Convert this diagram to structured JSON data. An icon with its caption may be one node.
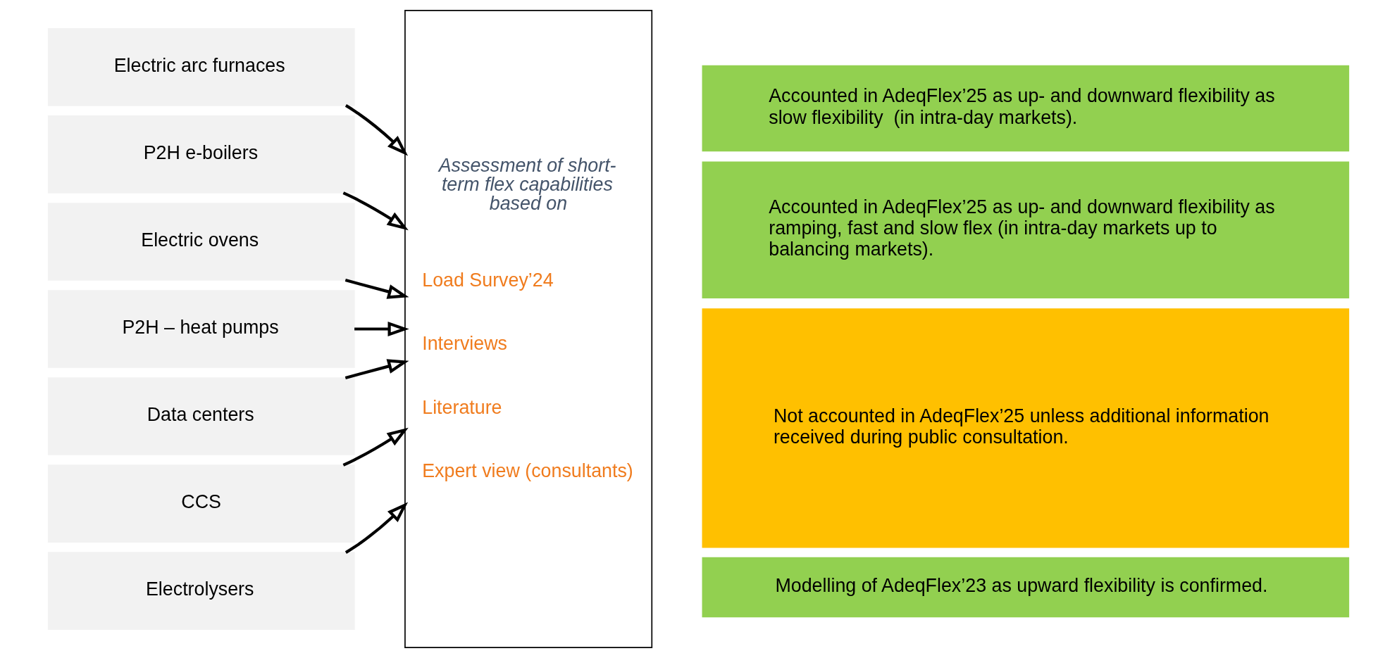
{
  "diagram": {
    "nodes": [
      {
        "text": [
          "Electric arc furnaces"
        ]
      },
      {
        "text": [
          "P2H e-boilers"
        ]
      },
      {
        "text": [
          "Electric ovens"
        ]
      },
      {
        "text": [
          "P2H – heat pumps"
        ]
      },
      {
        "text": [
          "Data centers"
        ]
      },
      {
        "text": [
          "CCS"
        ]
      },
      {
        "text": [
          "Electrolysers"
        ]
      },
      {
        "text": [
          "Assessment of short-term flex capabilities based on",
          "Load Survey’24",
          "Interviews",
          "Literature",
          "Expert view (consultants)"
        ]
      },
      {
        "text": [
          "Accounted in AdeqFlex’25 as up- and downward flexibility as slow flexibility  (in intra-day markets)."
        ]
      },
      {
        "text": [
          "Accounted in AdeqFlex’25 as up- and downward flexibility as ramping, fast and slow flex (in intra-day markets up to balancing markets)."
        ]
      },
      {
        "text": [
          "Not accounted in AdeqFlex’25 unless additional information received during public consultation."
        ]
      },
      {
        "text": [
          "Modelling of AdeqFlex’23 as upward flexibility is confirmed."
        ]
      }
    ],
    "edges": [
      {
        "from": 0,
        "to": 7,
        "arrow": "to"
      },
      {
        "from": 1,
        "to": 7,
        "arrow": "to"
      },
      {
        "from": 2,
        "to": 7,
        "arrow": "to"
      },
      {
        "from": 3,
        "to": 7,
        "arrow": "to"
      },
      {
        "from": 4,
        "to": 7,
        "arrow": "to"
      },
      {
        "from": 5,
        "to": 7,
        "arrow": "to"
      },
      {
        "from": 6,
        "to": 7,
        "arrow": "to"
      }
    ]
  }
}
